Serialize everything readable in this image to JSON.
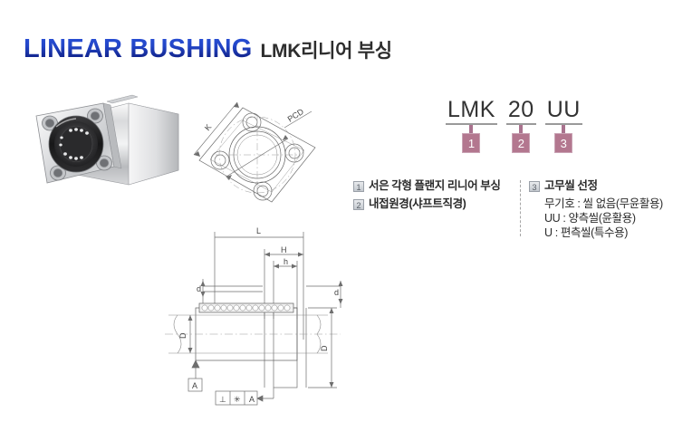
{
  "title": {
    "main": "LINEAR BUSHING",
    "sub": "LMK리니어 부싱",
    "main_color": "#2346c8",
    "sub_color": "#2d2d2d"
  },
  "part_number": {
    "badge_color": "#b3778f",
    "segments": [
      {
        "text": "LMK",
        "badge": "1"
      },
      {
        "text": "20",
        "badge": "2"
      },
      {
        "text": "UU",
        "badge": "3"
      }
    ]
  },
  "legend": {
    "left": [
      {
        "num": "1",
        "label": "서은 각형 플랜지 리니어 부싱"
      },
      {
        "num": "2",
        "label": "내접원경(샤프트직경)"
      }
    ],
    "right": [
      {
        "num": "3",
        "label": "고무씰 선정",
        "options": [
          "무기호 : 씰 없음(무윤활용)",
          "UU : 양측씰(윤활용)",
          "U : 편측씰(특수용)"
        ]
      }
    ]
  },
  "drawings": {
    "flange": {
      "name": "flange-face-view",
      "labels": [
        "K",
        "PCD"
      ]
    },
    "section": {
      "name": "cross-section-view",
      "labels": [
        "L",
        "H",
        "h",
        "d",
        "d",
        "D",
        "D"
      ],
      "datum": "A",
      "feature_control": [
        "⊥",
        "✳",
        "A"
      ]
    }
  },
  "photo": {
    "caption": "square-flange-linear-bushing-photo"
  }
}
